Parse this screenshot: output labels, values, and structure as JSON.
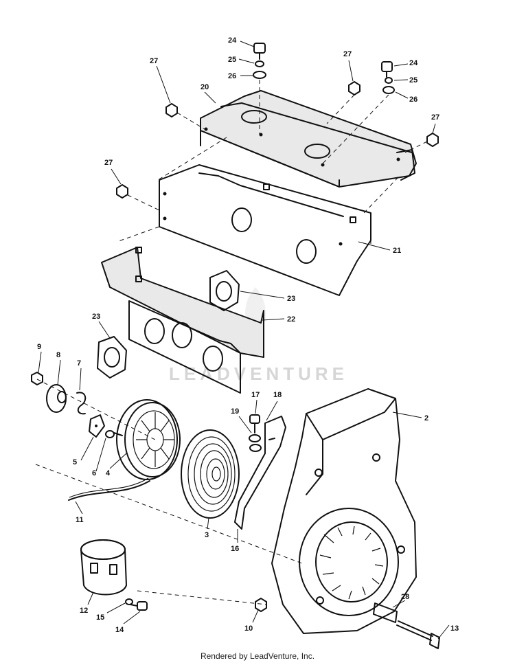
{
  "watermark": "LEADVENTURE",
  "footer": "Rendered by LeadVenture, Inc.",
  "callouts": {
    "c2": "2",
    "c3": "3",
    "c4": "4",
    "c5": "5",
    "c6": "6",
    "c7": "7",
    "c8": "8",
    "c9": "9",
    "c10": "10",
    "c11": "11",
    "c12": "12",
    "c13": "13",
    "c14": "14",
    "c15": "15",
    "c16": "16",
    "c17": "17",
    "c18": "18",
    "c19": "19",
    "c20": "20",
    "c21": "21",
    "c22": "22",
    "c23a": "23",
    "c23b": "23",
    "c24a": "24",
    "c24b": "24",
    "c25a": "25",
    "c25b": "25",
    "c26a": "26",
    "c26b": "26",
    "c27a": "27",
    "c27b": "27",
    "c27c": "27",
    "c27d": "27",
    "c28": "28"
  }
}
